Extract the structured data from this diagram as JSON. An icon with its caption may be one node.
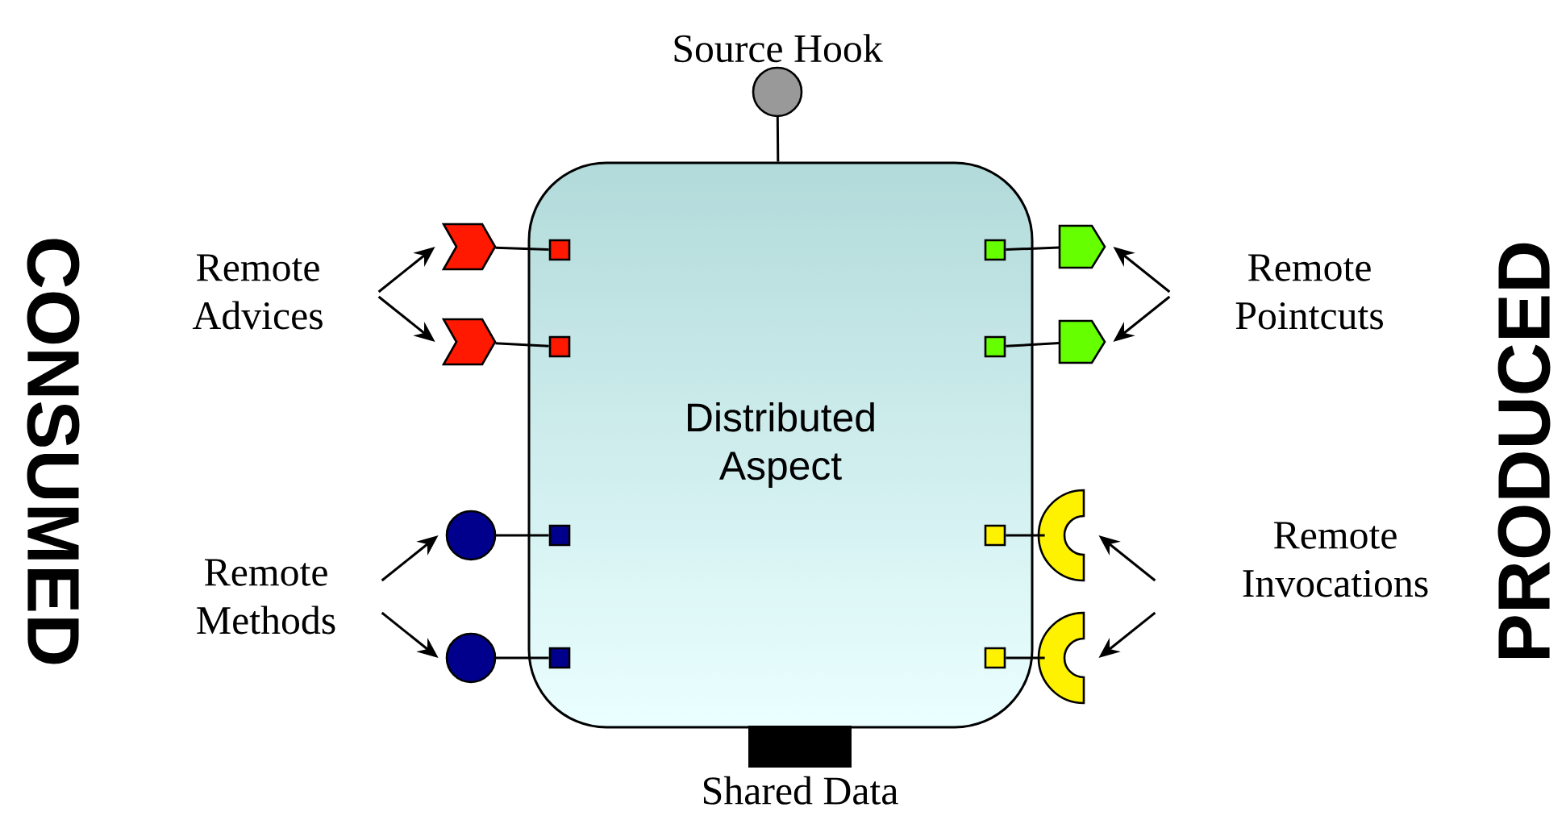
{
  "diagram": {
    "nodes": [
      {
        "text": [
          "Distributed Aspect"
        ]
      },
      {
        "text": [],
        "shape": "circle",
        "beside": [
          "Source Hook"
        ]
      },
      {
        "text": [],
        "shape": "bar",
        "beside": [
          "Shared Data"
        ]
      },
      {
        "text": [
          "Remote Advices"
        ]
      },
      {
        "text": [],
        "shape": "chevron"
      },
      {
        "text": [],
        "shape": "chevron"
      },
      {
        "text": [],
        "shape": "box",
        "in": 0
      },
      {
        "text": [],
        "shape": "box",
        "in": 0
      },
      {
        "text": [],
        "shape": "box",
        "in": 0
      },
      {
        "text": [],
        "shape": "box",
        "in": 0
      },
      {
        "text": [],
        "shape": "box",
        "in": 0
      },
      {
        "text": [],
        "shape": "box",
        "in": 0
      },
      {
        "text": [],
        "shape": "box",
        "in": 0
      },
      {
        "text": [],
        "shape": "box",
        "in": 0
      },
      {
        "text": [],
        "shape": "pentagon"
      },
      {
        "text": [],
        "shape": "pentagon"
      },
      {
        "text": [
          "Remote Pointcuts"
        ]
      },
      {
        "text": [
          "Remote Methods"
        ]
      },
      {
        "text": [],
        "shape": "circle"
      },
      {
        "text": [],
        "shape": "circle"
      },
      {
        "text": [],
        "shape": "semicircle"
      },
      {
        "text": [],
        "shape": "semicircle"
      },
      {
        "text": [
          "Remote Invocations"
        ]
      }
    ],
    "edges": [
      {
        "from": 1,
        "to": 0,
        "arrow": "none"
      },
      {
        "from": 3,
        "to": 4,
        "arrow": "to"
      },
      {
        "from": 3,
        "to": 5,
        "arrow": "to"
      },
      {
        "from": 4,
        "to": 6,
        "arrow": "none"
      },
      {
        "from": 5,
        "to": 7,
        "arrow": "none"
      },
      {
        "from": 18,
        "to": 8,
        "arrow": "none"
      },
      {
        "from": 19,
        "to": 9,
        "arrow": "none"
      },
      {
        "from": 16,
        "to": 14,
        "arrow": "to"
      },
      {
        "from": 16,
        "to": 15,
        "arrow": "to"
      },
      {
        "from": 10,
        "to": 14,
        "arrow": "none"
      },
      {
        "from": 11,
        "to": 15,
        "arrow": "none"
      },
      {
        "from": 12,
        "to": 20,
        "arrow": "none"
      },
      {
        "from": 13,
        "to": 21,
        "arrow": "none"
      },
      {
        "from": 17,
        "to": 18,
        "arrow": "to"
      },
      {
        "from": 17,
        "to": 19,
        "arrow": "to"
      },
      {
        "from": 22,
        "to": 20,
        "arrow": "to"
      },
      {
        "from": 22,
        "to": 21,
        "arrow": "to"
      }
    ],
    "labels": [
      "CONSUMED",
      "PRODUCED"
    ]
  }
}
